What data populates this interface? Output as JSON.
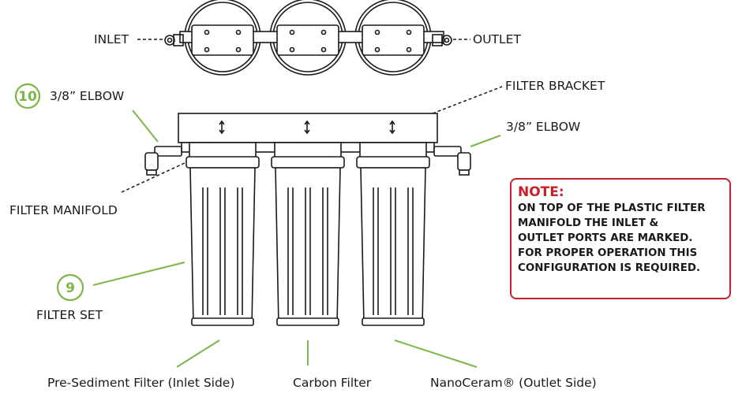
{
  "colors": {
    "badge_green": "#7ab648",
    "leader_green": "#7ab648",
    "note_red": "#c8202b",
    "outline": "#1a1a1a"
  },
  "labels": {
    "inlet": "INLET",
    "outlet": "OUTLET",
    "elbow_left": "3/8” ELBOW",
    "elbow_right": "3/8” ELBOW",
    "filter_bracket": "FILTER BRACKET",
    "filter_manifold": "FILTER MANIFOLD",
    "filter_set": "FILTER SET",
    "filter_1": "Pre-Sediment Filter (Inlet Side)",
    "filter_2": "Carbon Filter",
    "filter_3": "NanoCeram® (Outlet Side)"
  },
  "badges": {
    "elbow_number": "10",
    "filter_set_number": "9"
  },
  "note": {
    "title": "NOTE:",
    "lines": [
      "ON TOP OF THE PLASTIC FILTER",
      "MANIFOLD THE INLET &",
      "OUTLET PORTS ARE MARKED.",
      "FOR PROPER OPERATION THIS",
      "CONFIGURATION IS REQUIRED."
    ]
  }
}
